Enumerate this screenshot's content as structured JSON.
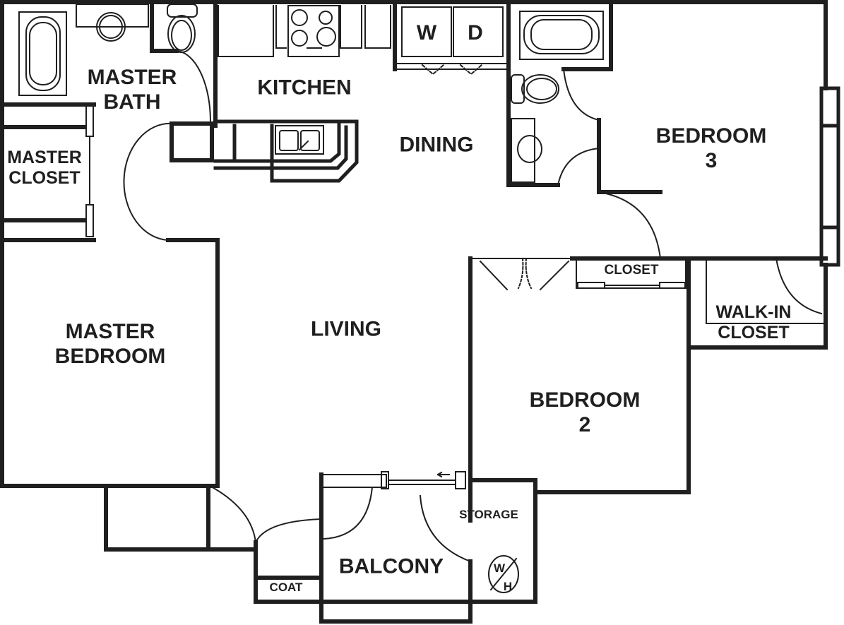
{
  "title": "Three bedroom apartment floor plan",
  "colors": {
    "wall": "#1f1f1f",
    "fixture": "#2a2a2a",
    "background": "#ffffff"
  },
  "rooms": [
    {
      "id": "master-bath",
      "label_lines": [
        "MASTER",
        "BATH"
      ]
    },
    {
      "id": "master-closet",
      "label_lines": [
        "MASTER",
        "CLOSET"
      ]
    },
    {
      "id": "kitchen",
      "label_lines": [
        "KITCHEN"
      ]
    },
    {
      "id": "dining",
      "label_lines": [
        "DINING"
      ]
    },
    {
      "id": "bedroom-3",
      "label_lines": [
        "BEDROOM",
        "3"
      ]
    },
    {
      "id": "master-bedroom",
      "label_lines": [
        "MASTER",
        "BEDROOM"
      ]
    },
    {
      "id": "living",
      "label_lines": [
        "LIVING"
      ]
    },
    {
      "id": "closet",
      "label_lines": [
        "CLOSET"
      ]
    },
    {
      "id": "walk-in-closet",
      "label_lines": [
        "WALK-IN",
        "CLOSET"
      ]
    },
    {
      "id": "bedroom-2",
      "label_lines": [
        "BEDROOM",
        "2"
      ]
    },
    {
      "id": "storage",
      "label_lines": [
        "STORAGE"
      ]
    },
    {
      "id": "balcony",
      "label_lines": [
        "BALCONY"
      ]
    },
    {
      "id": "coat",
      "label_lines": [
        "COAT"
      ]
    }
  ],
  "appliances": {
    "washer": "W",
    "dryer": "D",
    "water_heater_top": "W",
    "water_heater_bottom": "H"
  }
}
